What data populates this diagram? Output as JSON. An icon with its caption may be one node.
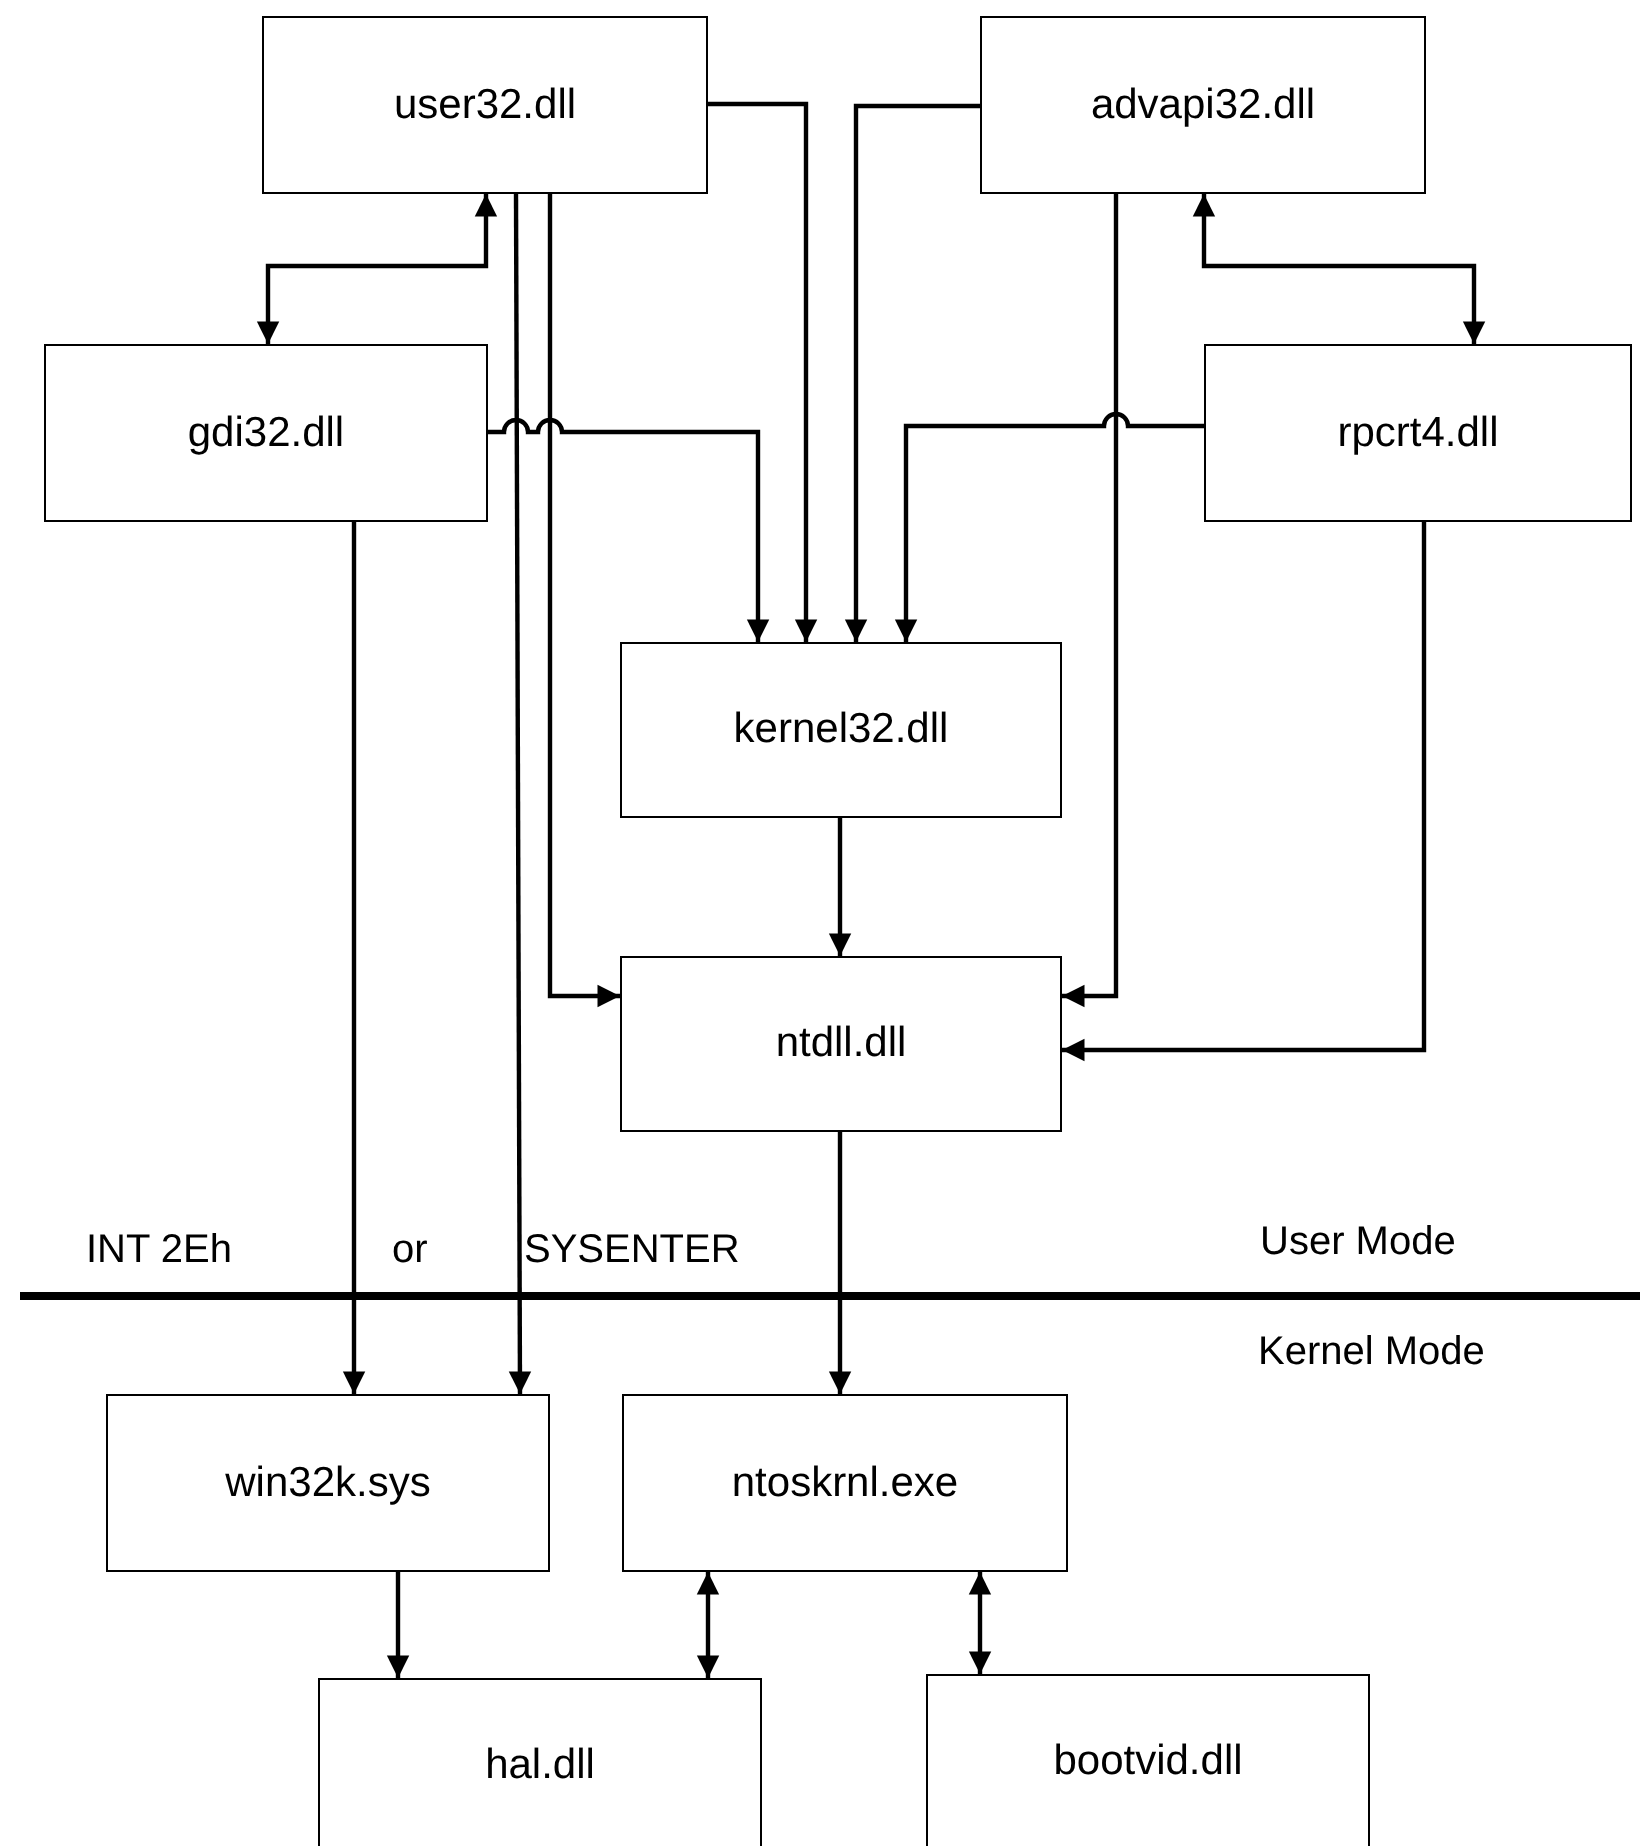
{
  "diagram": {
    "nodes": [
      {
        "text": [
          "user32.dll"
        ]
      },
      {
        "text": [
          "advapi32.dll"
        ]
      },
      {
        "text": [
          "gdi32.dll"
        ]
      },
      {
        "text": [
          "rpcrt4.dll"
        ]
      },
      {
        "text": [
          "kernel32.dll"
        ]
      },
      {
        "text": [
          "ntdll.dll"
        ]
      },
      {
        "text": [
          "win32k.sys"
        ]
      },
      {
        "text": [
          "ntoskrnl.exe"
        ]
      },
      {
        "text": [
          "hal.dll"
        ]
      },
      {
        "text": [
          "bootvid.dll"
        ]
      }
    ],
    "edges": [
      {
        "from": 0,
        "to": 4,
        "arrow": "to"
      },
      {
        "from": 1,
        "to": 4,
        "arrow": "to"
      },
      {
        "from": 2,
        "to": 4,
        "arrow": "to"
      },
      {
        "from": 3,
        "to": 4,
        "arrow": "to"
      },
      {
        "from": 0,
        "to": 2,
        "arrow": "both"
      },
      {
        "from": 1,
        "to": 3,
        "arrow": "both"
      },
      {
        "from": 0,
        "to": 5,
        "arrow": "to"
      },
      {
        "from": 0,
        "to": 6,
        "arrow": "to"
      },
      {
        "from": 2,
        "to": 6,
        "arrow": "to"
      },
      {
        "from": 1,
        "to": 5,
        "arrow": "to"
      },
      {
        "from": 3,
        "to": 5,
        "arrow": "to"
      },
      {
        "from": 4,
        "to": 5,
        "arrow": "to"
      },
      {
        "from": 5,
        "to": 7,
        "arrow": "to"
      },
      {
        "from": 6,
        "to": 8,
        "arrow": "to"
      },
      {
        "from": 7,
        "to": 8,
        "arrow": "both"
      },
      {
        "from": 7,
        "to": 9,
        "arrow": "both"
      }
    ],
    "labels": [
      "INT 2Eh",
      "or",
      "SYSENTER",
      "User Mode",
      "Kernel Mode"
    ]
  }
}
